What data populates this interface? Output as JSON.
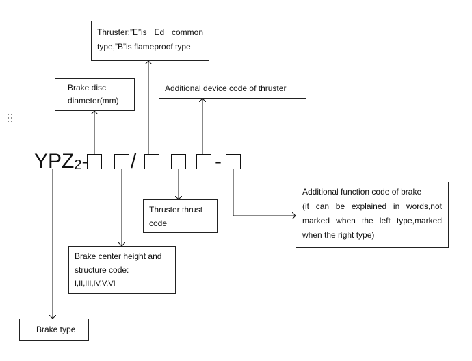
{
  "code": {
    "prefix": "YPZ",
    "subscript": "2",
    "dash": "-",
    "slash": "/"
  },
  "boxes": {
    "brake_disc": [
      "Brake disc",
      "diameter(mm)"
    ],
    "thruster": [
      "Thruster:”E”is Ed common",
      "type,”B”is flameproof type"
    ],
    "additional_device": [
      "Additional device code of thruster"
    ],
    "thruster_thrust": [
      "Thruster thrust",
      "code"
    ],
    "additional_function": [
      "Additional function code of brake",
      "(it can be explained in words,not",
      "marked when the left type,marked",
      "when the right type)"
    ],
    "center_height": [
      "Brake center height and",
      "structure code:",
      "I,II,III,IV,V,VI"
    ],
    "brake_type": [
      "Brake type"
    ]
  },
  "icons": {
    "drag_handle": "grip-dots-icon"
  }
}
